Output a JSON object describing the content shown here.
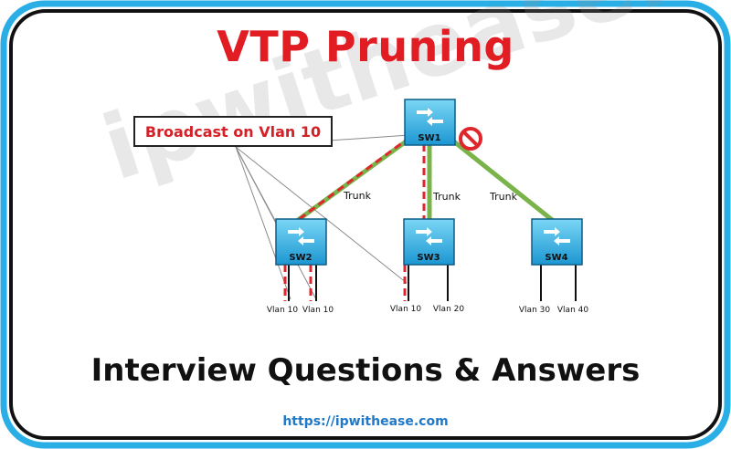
{
  "title": "VTP Pruning",
  "subtitle": "Interview Questions & Answers",
  "url": "https://ipwithease.com",
  "watermark": "ipwithease.com",
  "callout": "Broadcast on Vlan 10",
  "links": {
    "trunk_label": "Trunk"
  },
  "switches": {
    "sw1": "SW1",
    "sw2": "SW2",
    "sw3": "SW3",
    "sw4": "SW4"
  },
  "vlans": {
    "sw2": [
      "Vlan 10",
      "Vlan 10"
    ],
    "sw3": [
      "Vlan 10",
      "Vlan 20"
    ],
    "sw4": [
      "Vlan 30",
      "Vlan 40"
    ]
  },
  "colors": {
    "frame_outer": "#29aee6",
    "title": "#e21c23",
    "trunk": "#79b34a",
    "broadcast": "#e0262d",
    "switch_top": "#5cc9f0",
    "switch_bottom": "#1e9bd6",
    "url": "#1f78c8"
  }
}
